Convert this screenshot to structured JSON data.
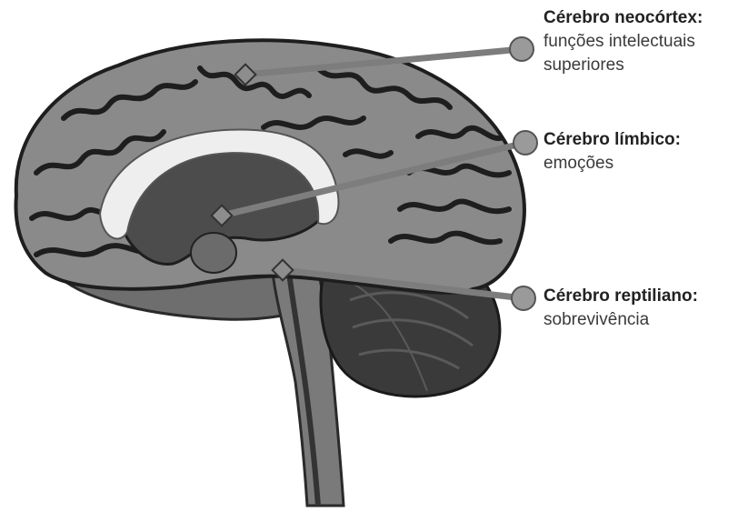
{
  "labels": {
    "neocortex": {
      "title": "Cérebro neocórtex:",
      "desc_line1": "funções intelectuais",
      "desc_line2": "superiores"
    },
    "limbic": {
      "title": "Cérebro límbico:",
      "desc_line1": "emoções"
    },
    "reptilian": {
      "title": "Cérebro reptiliano:",
      "desc_line1": "sobrevivência"
    }
  },
  "colors": {
    "cortex": "#8a8a8a",
    "sulci": "#1e1e1e",
    "limbic": "#4c4c4c",
    "corpus_callosum": "#eeeeee",
    "cerebellum": "#3a3a3a",
    "brainstem": "#7a7a7a",
    "pointer_line": "#7d7d7d",
    "pointer_dot": "#9a9a9a"
  }
}
